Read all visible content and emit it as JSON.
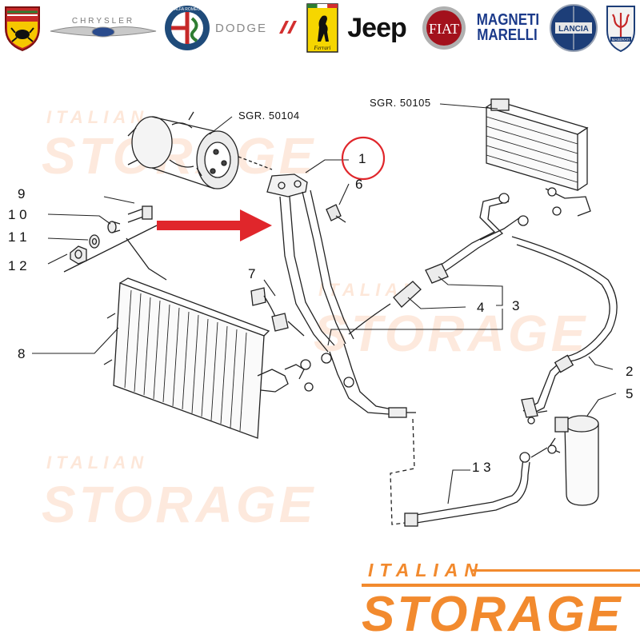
{
  "brands": [
    {
      "name": "abarth-logo",
      "text": "ABARTH"
    },
    {
      "name": "chrysler-logo",
      "text": "CHRYSLER"
    },
    {
      "name": "alfa-romeo-logo",
      "text": "ALFA ROMEO"
    },
    {
      "name": "dodge-logo",
      "text": "DODGE"
    },
    {
      "name": "ferrari-logo",
      "text": "Ferrari"
    },
    {
      "name": "jeep-logo",
      "text": "Jeep"
    },
    {
      "name": "fiat-logo",
      "text": "FIAT"
    },
    {
      "name": "magneti-marelli-logo",
      "text": "MAGNETI MARELLI"
    },
    {
      "name": "lancia-logo",
      "text": "LANCIA"
    },
    {
      "name": "maserati-logo",
      "text": "MASERATI"
    }
  ],
  "diagram": {
    "group_compressor": "SGR. 50104",
    "group_evaporator": "SGR. 50105",
    "callouts": {
      "c1": "1",
      "c2": "2",
      "c3": "3",
      "c4": "4",
      "c5": "5",
      "c6": "6",
      "c7": "7",
      "c8": "8",
      "c9": "9",
      "c10": "1 0",
      "c11": "1 1",
      "c12": "1 2",
      "c13": "1 3"
    },
    "highlight_color": "#e0262b",
    "arrow_color": "#e0262b"
  },
  "watermark": {
    "small": "ITALIAN",
    "big": "STORAGE"
  },
  "logo": {
    "top": "ITALIAN",
    "bottom": "STORAGE",
    "color": "#f28a2e"
  }
}
